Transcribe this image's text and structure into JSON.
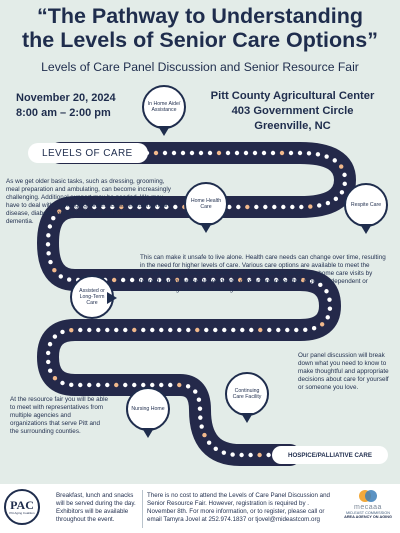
{
  "header": {
    "title_line1": "“The Pathway to Understanding",
    "title_line2": "the Levels of Senior Care Options”",
    "subtitle": "Levels of Care Panel Discussion and Senior Resource Fair"
  },
  "event": {
    "date": "November 20, 2024",
    "time": "8:00 am – 2:00 pm",
    "venue_name": "Pitt County Agricultural Center",
    "venue_address": "403 Government Circle",
    "venue_city": "Greenville, NC"
  },
  "road": {
    "start_label": "LEVELS OF CARE",
    "end_label": "HOSPICE/PALLIATIVE CARE",
    "road_color": "#24294a",
    "dot_color": "#ffffff",
    "accent_dot_color": "#f2b98c"
  },
  "pins": [
    {
      "label": "In Home Aide/ Assistance"
    },
    {
      "label": "Home Health Care"
    },
    {
      "label": "Respite Care"
    },
    {
      "label": "Assisted or Long-Term Care"
    },
    {
      "label": "Nursing Home"
    },
    {
      "label": "Continuing Care Facility"
    }
  ],
  "paragraphs": {
    "basic_tasks": "As we get older basic tasks, such as dressing, grooming, meal preparation and ambulating, can become increasingly challenging. Additional support may be needed. We may have to deal with challenging health issues, including heart disease, diabetes or memory loss from Alzheimer's or dementia.",
    "unsafe": "This can make it unsafe to live alone. Health care needs can change over time, resulting in the need for higher levels of care. Various care options are available to meet the changing needs associated with age. These options range from home care visits by trained care providers to residential care communities that provide independent or assisted living and skilled nursing services.",
    "panel": "Our panel discussion will break down what you need to know to make thoughtful and appropriate decisions about care for yourself or someone you love.",
    "resource_fair": "At the resource fair you will be able to meet with representatives from multiple agencies and organizations that serve Pitt and the surrounding counties."
  },
  "footer": {
    "pac_logo_text": "PAC",
    "pac_logo_subtext": "Pitt Aging Coalition",
    "breakfast": "Breakfast, lunch and snacks will be served during the day. Exhibitors will be available throughout the event.",
    "registration": "There is no cost to attend the Levels of Care Panel Discussion and Senior Resource Fair. However, registration is required by . November 8th. For more information, or to register, please call or email Tamyra Jovel at 252.974.1837 or tjovel@mideastcom.org",
    "mecaaa_name": "mecaaa",
    "mecaaa_line1": "MID-EAST COMMISSION",
    "mecaaa_line2": "AREA AGENCY ON AGING"
  }
}
